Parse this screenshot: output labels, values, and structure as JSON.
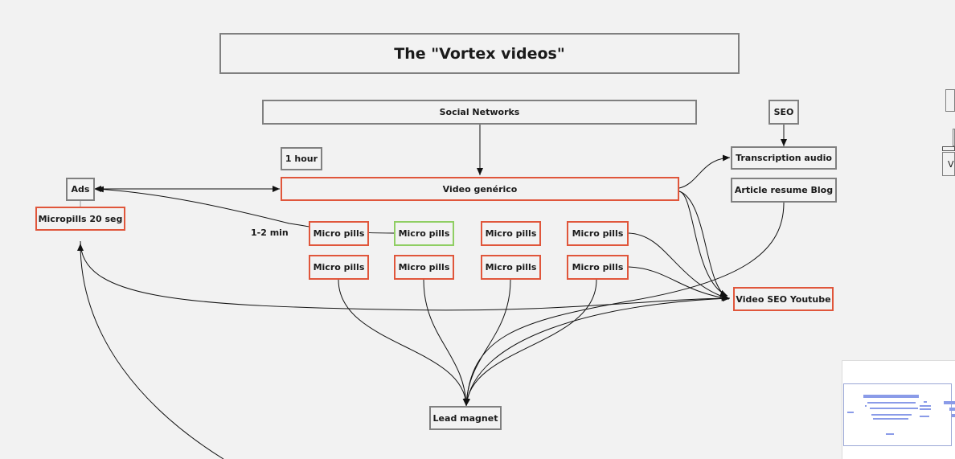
{
  "board": {
    "title": "The \"Vortex videos\"",
    "nodes": {
      "social_networks": "Social Networks",
      "seo": "SEO",
      "one_hour": "1 hour",
      "transcription_audio": "Transcription audio",
      "article_resume_blog": "Article resume Blog",
      "ads": "Ads",
      "video_generico": "Video genérico",
      "micropills_20": "Micropills 20 seg",
      "duration_label": "1-2 min",
      "micro_pills": [
        "Micro pills",
        "Micro pills",
        "Micro pills",
        "Micro pills",
        "Micro pills",
        "Micro pills",
        "Micro pills",
        "Micro pills"
      ],
      "video_seo_youtube": "Video SEO Youtube",
      "lead_magnet": "Lead magnet",
      "offscreen_fragment": "Vi"
    }
  },
  "colors": {
    "background": "#f2f2f2",
    "border_gray": "#808080",
    "border_red": "#e0563b",
    "border_green": "#8fce63",
    "minimap_accent": "#8a9be8"
  }
}
